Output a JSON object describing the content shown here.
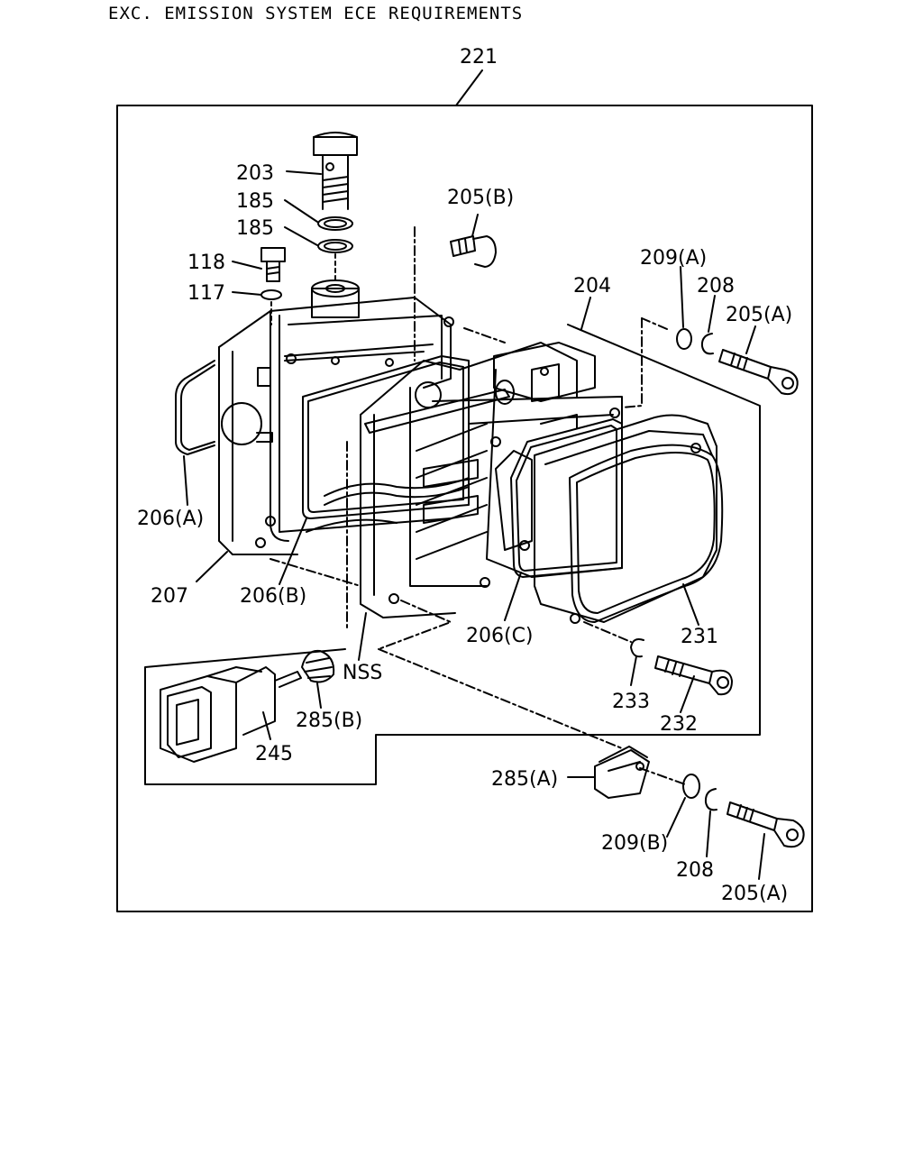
{
  "header": {
    "title": "EXC. EMISSION SYSTEM ECE REQUIREMENTS"
  },
  "labels": {
    "l221": "221",
    "l203": "203",
    "l185a": "185",
    "l185b": "185",
    "l118": "118",
    "l117": "117",
    "l205b": "205(B)",
    "l209a": "209(A)",
    "l208a": "208",
    "l205a1": "205(A)",
    "l204": "204",
    "l206a": "206(A)",
    "l207": "207",
    "l206b": "206(B)",
    "l206c": "206(C)",
    "l231": "231",
    "l233": "233",
    "l232": "232",
    "lnss": "NSS",
    "l285b": "285(B)",
    "l245": "245",
    "l285a": "285(A)",
    "l209b": "209(B)",
    "l208b": "208",
    "l205a2": "205(A)"
  }
}
